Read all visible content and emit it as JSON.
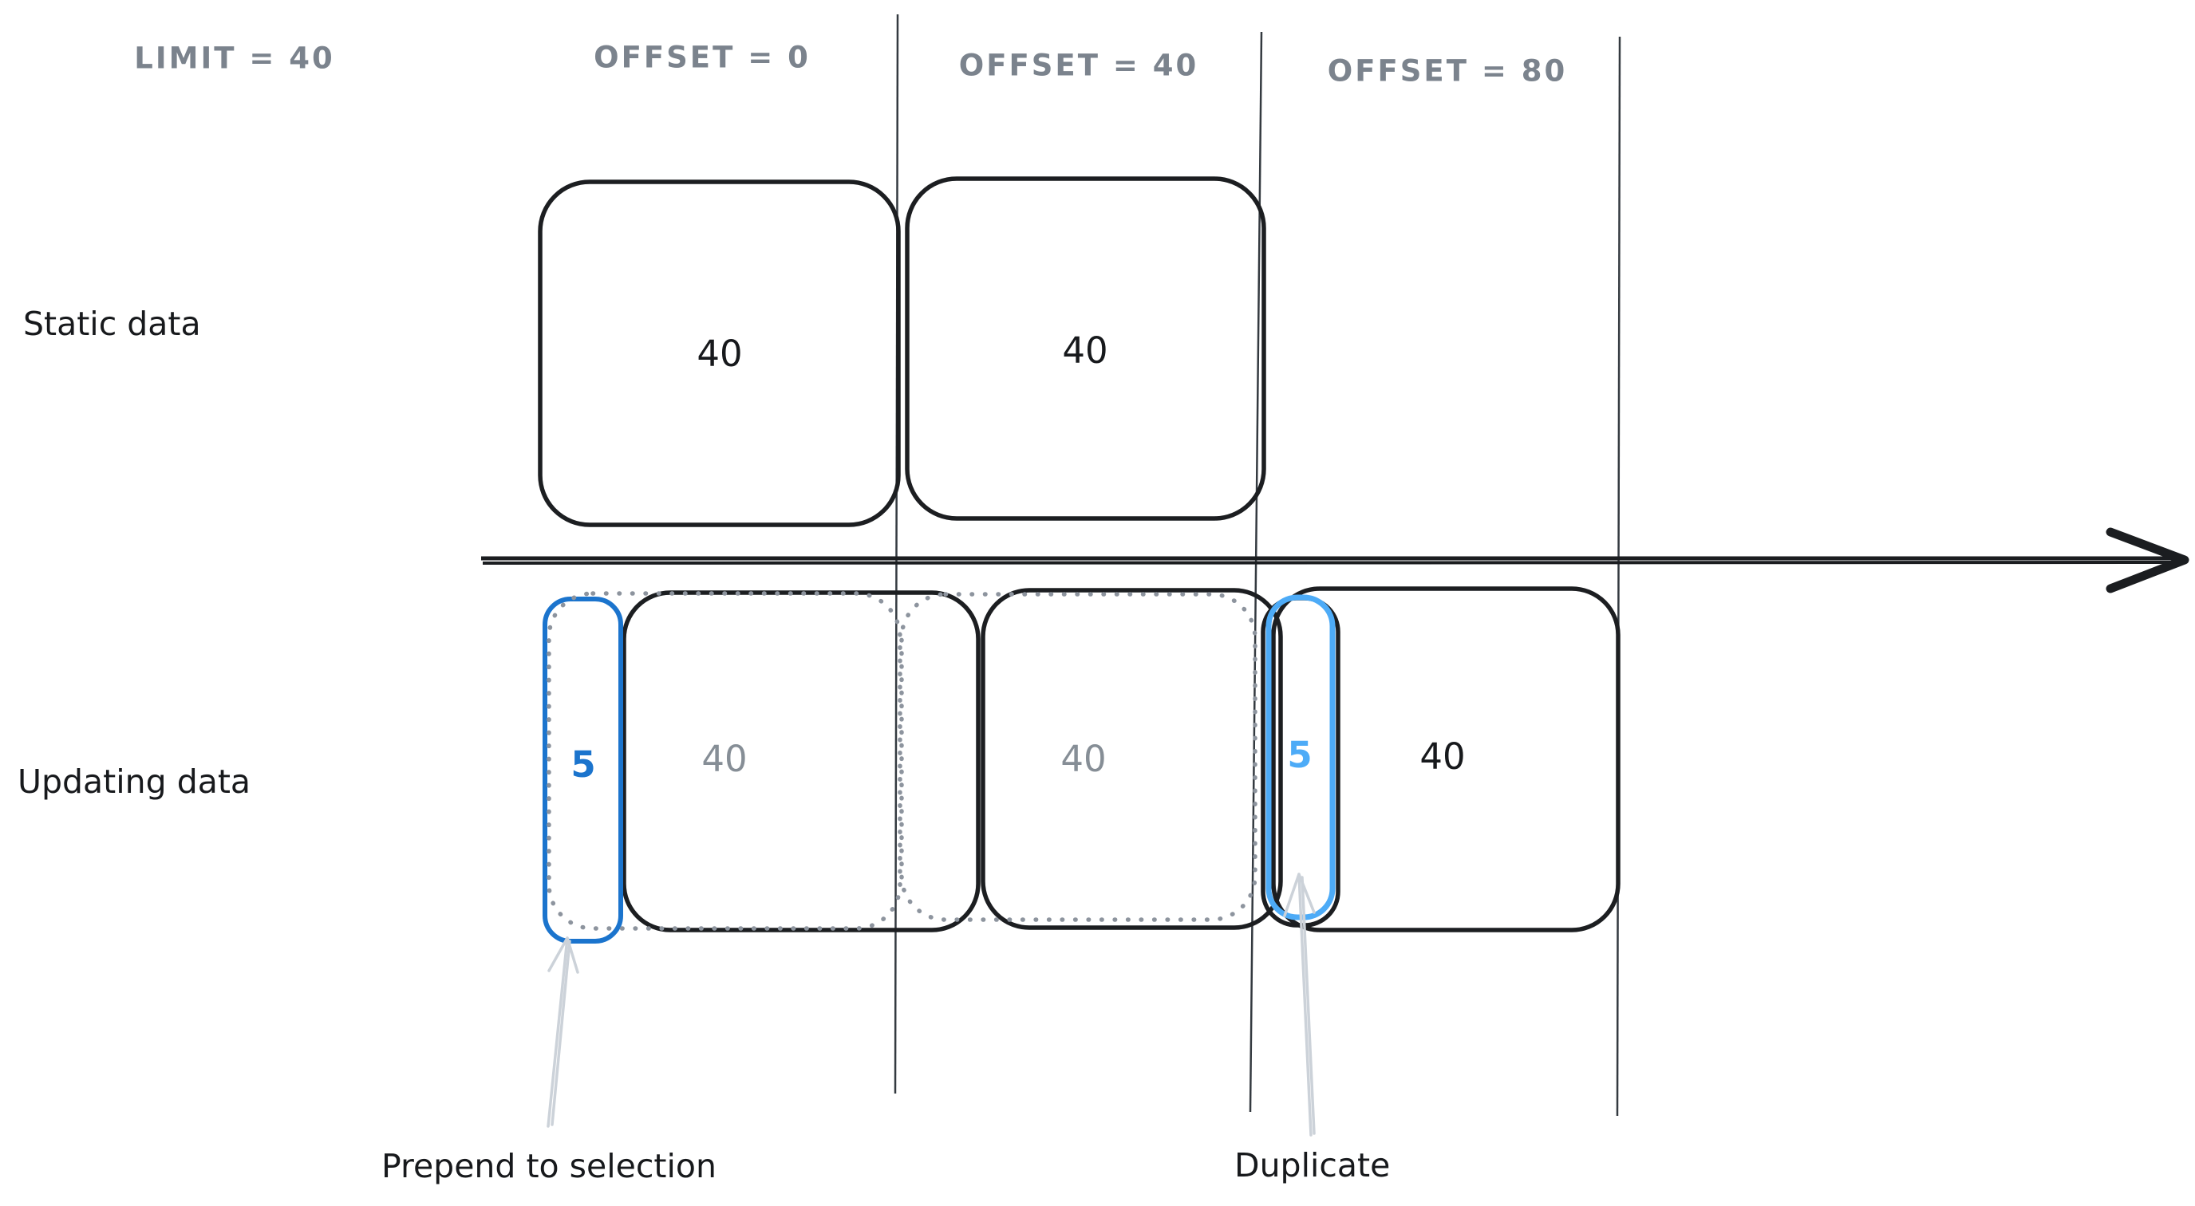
{
  "headers": {
    "limit_label": "LIMIT = 40",
    "offsets": [
      {
        "label": "OFFSET = 0"
      },
      {
        "label": "OFFSET = 40"
      },
      {
        "label": "OFFSET = 80"
      }
    ]
  },
  "rows": {
    "static": {
      "label": "Static data",
      "boxes": [
        {
          "value": "40"
        },
        {
          "value": "40"
        }
      ]
    },
    "updating": {
      "label": "Updating data",
      "boxes": [
        {
          "value": "5",
          "kind": "prepended-new-items"
        },
        {
          "value": "40",
          "kind": "page-shifted"
        },
        {
          "value": "40",
          "kind": "page-shifted"
        },
        {
          "value": "5",
          "kind": "duplicated-items"
        },
        {
          "value": "40",
          "kind": "new-fetch"
        }
      ]
    }
  },
  "annotations": {
    "prepend": "Prepend to selection",
    "duplicate": "Duplicate"
  },
  "colors": {
    "ink": "#1c1e21",
    "header_gray": "#7b838d",
    "value_gray": "#868e96",
    "dotted_gray": "#8d949e",
    "accent_blue_dark": "#1b74cd",
    "accent_blue_light": "#4dabf7",
    "annotation_arrow_gray": "#ccd2d9"
  }
}
